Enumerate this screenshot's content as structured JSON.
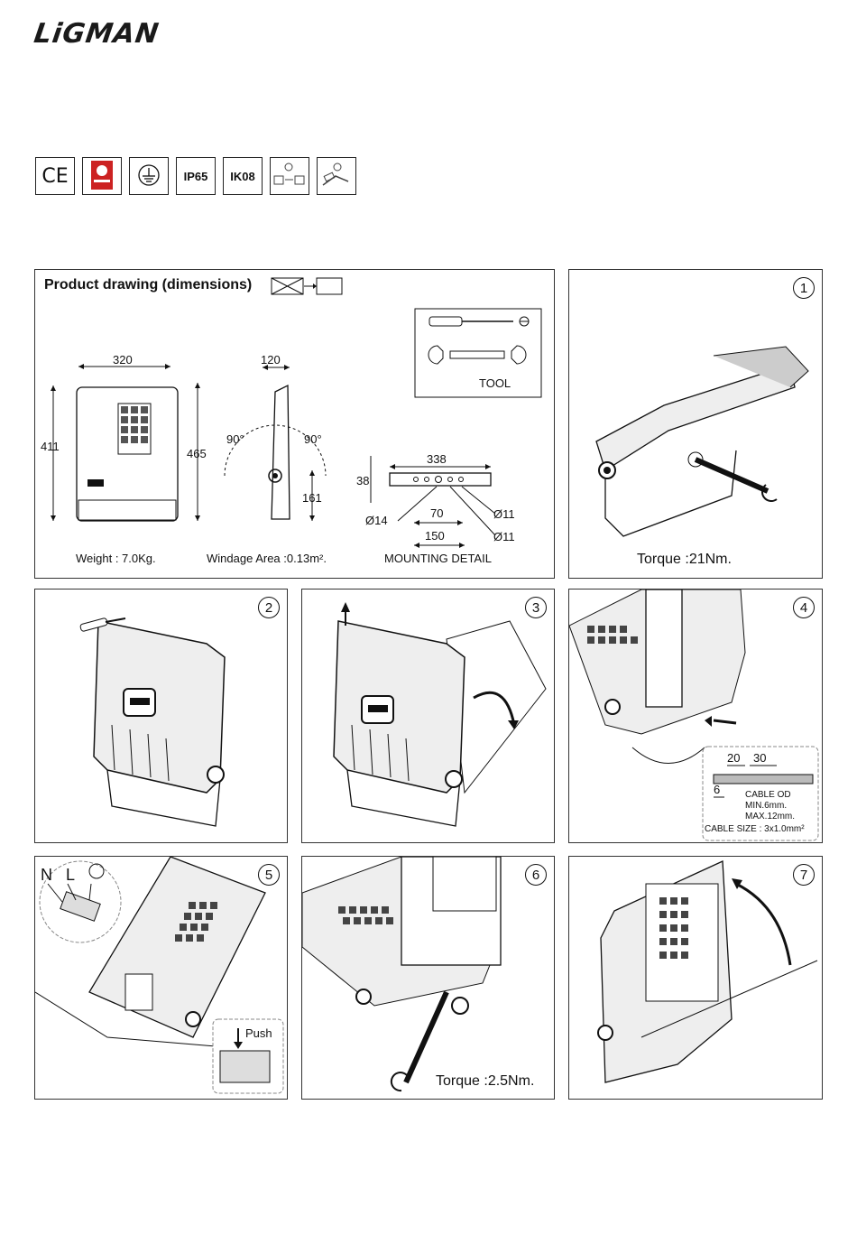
{
  "brand": {
    "logo": "LiGMAN"
  },
  "certifications": [
    {
      "icon": "ce-mark-icon",
      "label": "CE"
    },
    {
      "icon": "quality-seal-icon",
      "label": ""
    },
    {
      "icon": "earth-class-icon",
      "label": ""
    },
    {
      "icon": "ip-rating-icon",
      "label": "IP65"
    },
    {
      "icon": "ik-rating-icon",
      "label": "IK08"
    },
    {
      "icon": "installation-icon",
      "label": ""
    },
    {
      "icon": "maintenance-icon",
      "label": ""
    }
  ],
  "drawing": {
    "title": "Product drawing (dimensions)",
    "dims": {
      "width": "320",
      "depth": "120",
      "height": "411",
      "height_total": "465",
      "angle_left": "90°",
      "angle_right": "90°",
      "bracket_h": "161"
    },
    "tool_label": "TOOL",
    "mounting": {
      "length": "338",
      "height": "38",
      "spacing_70": "70",
      "spacing_150": "150",
      "hole_14": "Ø14",
      "hole_11a": "Ø11",
      "hole_11b": "Ø11"
    },
    "weight": "Weight : 7.0Kg.",
    "windage": "Windage Area :0.13m².",
    "mounting_detail": "MOUNTING DETAIL"
  },
  "steps": [
    {
      "num": "1",
      "caption": "Torque :21Nm."
    },
    {
      "num": "2",
      "caption": ""
    },
    {
      "num": "3",
      "caption": ""
    },
    {
      "num": "4",
      "caption": "",
      "cable": {
        "d20": "20",
        "d30": "30",
        "d6": "6",
        "od": "CABLE OD",
        "min": "MIN.6mm.",
        "max": "MAX.12mm.",
        "size": "CABLE SIZE : 3x1.0mm²"
      }
    },
    {
      "num": "5",
      "caption": "",
      "terminals": {
        "n": "N",
        "l": "L",
        "push": "Push"
      }
    },
    {
      "num": "6",
      "caption": "Torque :2.5Nm."
    },
    {
      "num": "7",
      "caption": ""
    }
  ]
}
